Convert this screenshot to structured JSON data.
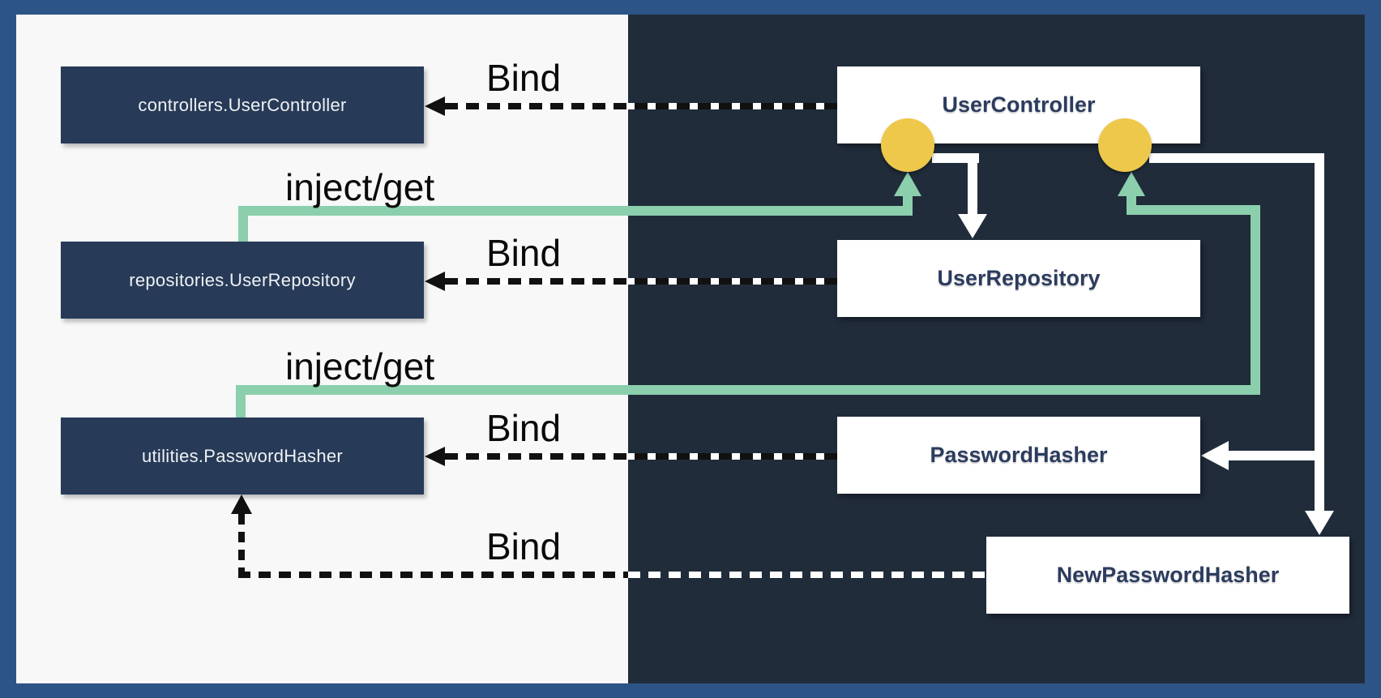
{
  "edge_labels": {
    "bind": "Bind",
    "inject_get": "inject/get"
  },
  "container_bindings": [
    {
      "label": "controllers.UserController"
    },
    {
      "label": "repositories.UserRepository"
    },
    {
      "label": "utilities.PasswordHasher"
    }
  ],
  "classes": [
    {
      "label": "UserController"
    },
    {
      "label": "UserRepository"
    },
    {
      "label": "PasswordHasher"
    },
    {
      "label": "NewPasswordHasher"
    }
  ],
  "colors": {
    "frame": "#2d5486",
    "panel_light": "#f8f8f8",
    "panel_dark": "#202c3a",
    "binding_box": "#273a57",
    "binding_text": "#eef1f5",
    "class_text": "#2c3c5e",
    "teal": "#8bcfad",
    "yellow": "#edc84a",
    "dash_black": "#111111",
    "white": "#ffffff",
    "label_text": "#0a0a0a"
  }
}
